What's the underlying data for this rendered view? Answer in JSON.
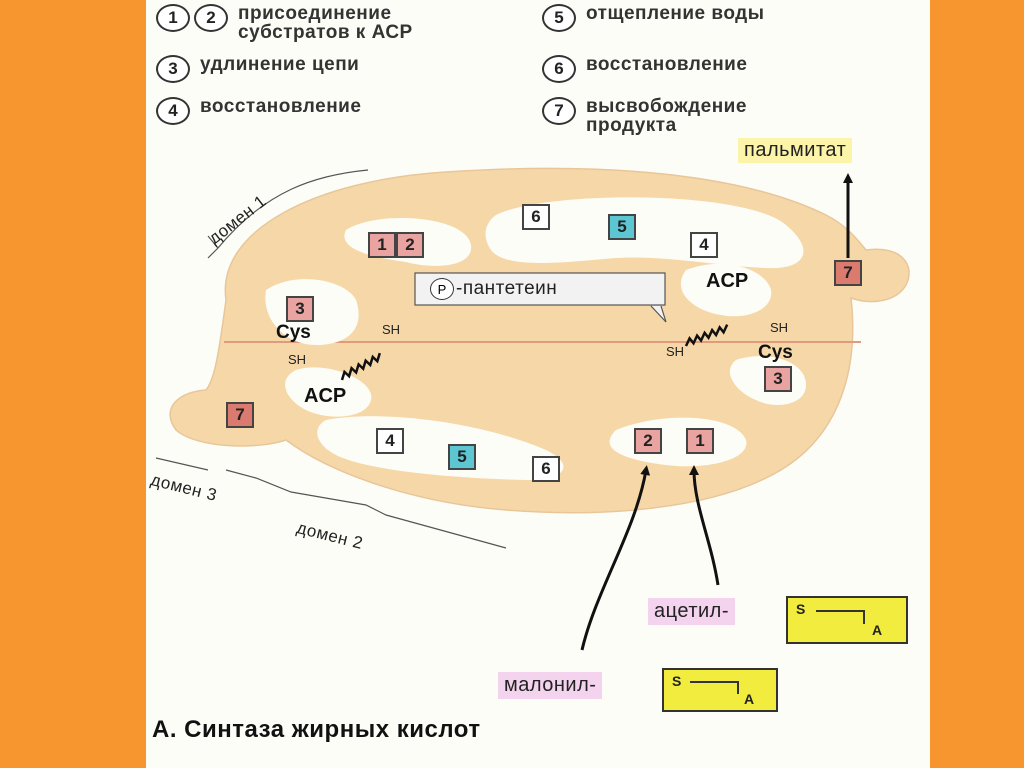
{
  "legend": {
    "item_1_2": {
      "n1": "1",
      "n2": "2",
      "line1": "присоединение",
      "line2": "субстратов к АСР"
    },
    "item_3": {
      "n": "3",
      "text": "удлинение цепи"
    },
    "item_4": {
      "n": "4",
      "text": "восстановление"
    },
    "item_5": {
      "n": "5",
      "text": "отщепление воды"
    },
    "item_6": {
      "n": "6",
      "text": "восстановление"
    },
    "item_7": {
      "n": "7",
      "line1": "высвобождение",
      "line2": "продукта"
    }
  },
  "domains": {
    "d1": "домен 1",
    "d2": "домен 2",
    "d3": "домен 3"
  },
  "boxes": {
    "top_1": "1",
    "top_2": "2",
    "top_3": "3",
    "top_4": "4",
    "top_5": "5",
    "top_6": "6",
    "top_7": "7",
    "bot_1": "1",
    "bot_2": "2",
    "bot_3": "3",
    "bot_4": "4",
    "bot_5": "5",
    "bot_6": "6",
    "bot_7": "7"
  },
  "labels": {
    "pantetein_p": "P",
    "pantetein": "-пантетеин",
    "acp_top": "ACP",
    "acp_bottom": "ACP",
    "cys_left": "Cys",
    "cys_right": "Cys",
    "sh_left_upper": "SH",
    "sh_left_lower": "SH",
    "sh_right_acp": "SH",
    "sh_right_cys": "SH"
  },
  "product": "пальмитат",
  "substrates": {
    "acetyl": "ацетил-",
    "malonyl": "малонил-",
    "s": "S",
    "a": "A"
  },
  "caption": "А. Синтаза жирных кислот",
  "colors": {
    "background": "#f7952f",
    "enzyme": "#f6d8a8",
    "pink": "#e9a3a0",
    "red": "#db7a6f",
    "cyan": "#5cc6d2",
    "yellow": "#f2ec3e"
  }
}
